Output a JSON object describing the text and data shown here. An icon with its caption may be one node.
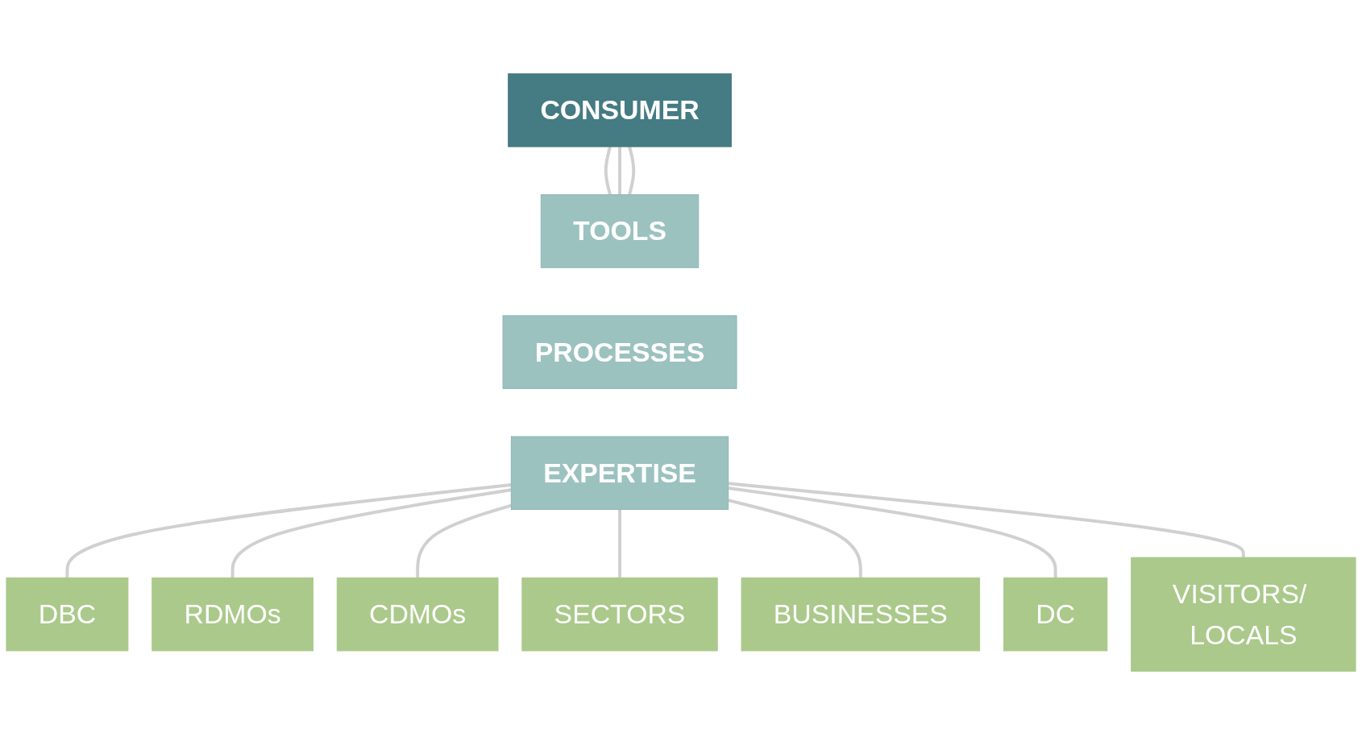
{
  "diagram": {
    "nodes": [
      {
        "text": [
          "CONSUMER"
        ]
      },
      {
        "text": [
          "TOOLS"
        ]
      },
      {
        "text": [
          "PROCESSES"
        ]
      },
      {
        "text": [
          "EXPERTISE"
        ]
      },
      {
        "text": [
          "DBC"
        ]
      },
      {
        "text": [
          "RDMOs"
        ]
      },
      {
        "text": [
          "CDMOs"
        ]
      },
      {
        "text": [
          "SECTORS"
        ]
      },
      {
        "text": [
          "DC"
        ]
      },
      {
        "text": [
          "BUSINESSES"
        ]
      },
      {
        "text": [
          "VISITORS/ LOCALS"
        ]
      }
    ],
    "edges": [
      {
        "from": 0,
        "to": 1,
        "arrow": "none"
      },
      {
        "from": 0,
        "to": 1,
        "arrow": "none"
      },
      {
        "from": 0,
        "to": 1,
        "arrow": "none"
      },
      {
        "from": 3,
        "to": 4,
        "arrow": "none"
      },
      {
        "from": 3,
        "to": 5,
        "arrow": "none"
      },
      {
        "from": 3,
        "to": 6,
        "arrow": "none"
      },
      {
        "from": 3,
        "to": 7,
        "arrow": "none"
      },
      {
        "from": 3,
        "to": 9,
        "arrow": "none"
      },
      {
        "from": 3,
        "to": 8,
        "arrow": "none"
      },
      {
        "from": 3,
        "to": 10,
        "arrow": "none"
      }
    ]
  }
}
